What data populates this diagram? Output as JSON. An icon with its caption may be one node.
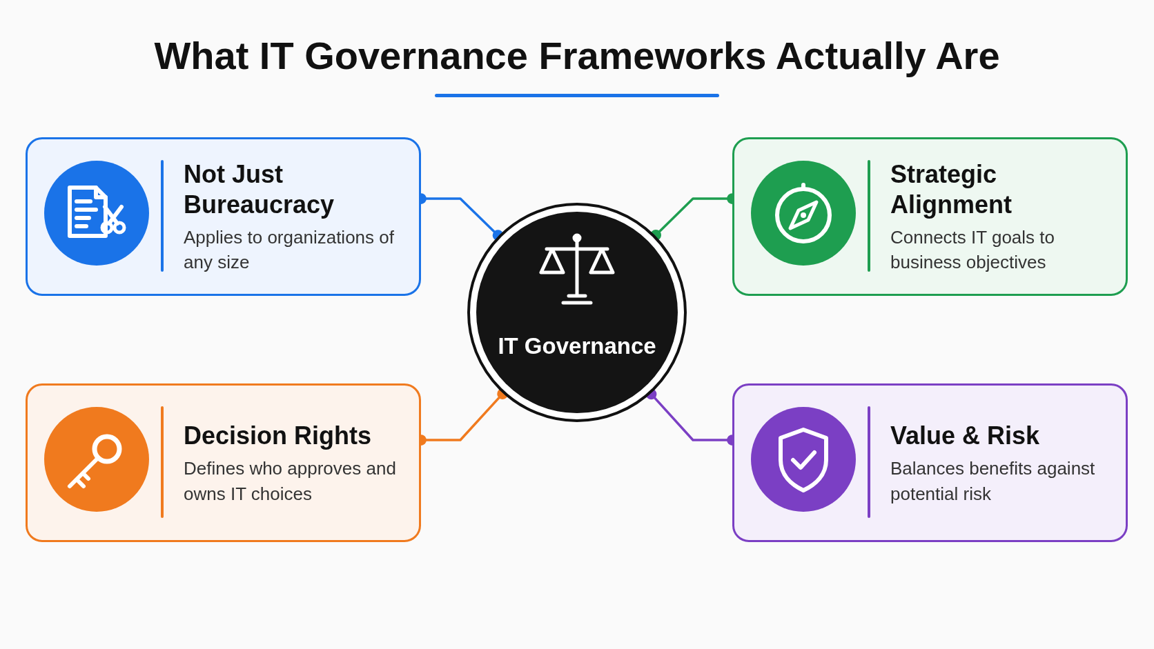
{
  "diagram": {
    "title": "What IT Governance Frameworks Actually Are",
    "nodes": [
      {
        "text": [
          "IT Governance"
        ]
      },
      {
        "text": [
          "Not Just Bureaucracy",
          "Applies to organizations of any size"
        ]
      },
      {
        "text": [
          "Strategic Alignment",
          "Connects IT goals to business objectives"
        ]
      },
      {
        "text": [
          "Decision Rights",
          "Defines who approves and owns IT choices"
        ]
      },
      {
        "text": [
          "Value & Risk",
          "Balances benefits against potential risk"
        ]
      }
    ],
    "edges": [
      {
        "from": 0,
        "to": 1,
        "arrow": "other",
        "color": "#1a73e8"
      },
      {
        "from": 0,
        "to": 2,
        "arrow": "other",
        "color": "#1e9e50"
      },
      {
        "from": 0,
        "to": 3,
        "arrow": "other",
        "color": "#f07a1e"
      },
      {
        "from": 0,
        "to": 4,
        "arrow": "other",
        "color": "#7b3fc4"
      }
    ]
  }
}
